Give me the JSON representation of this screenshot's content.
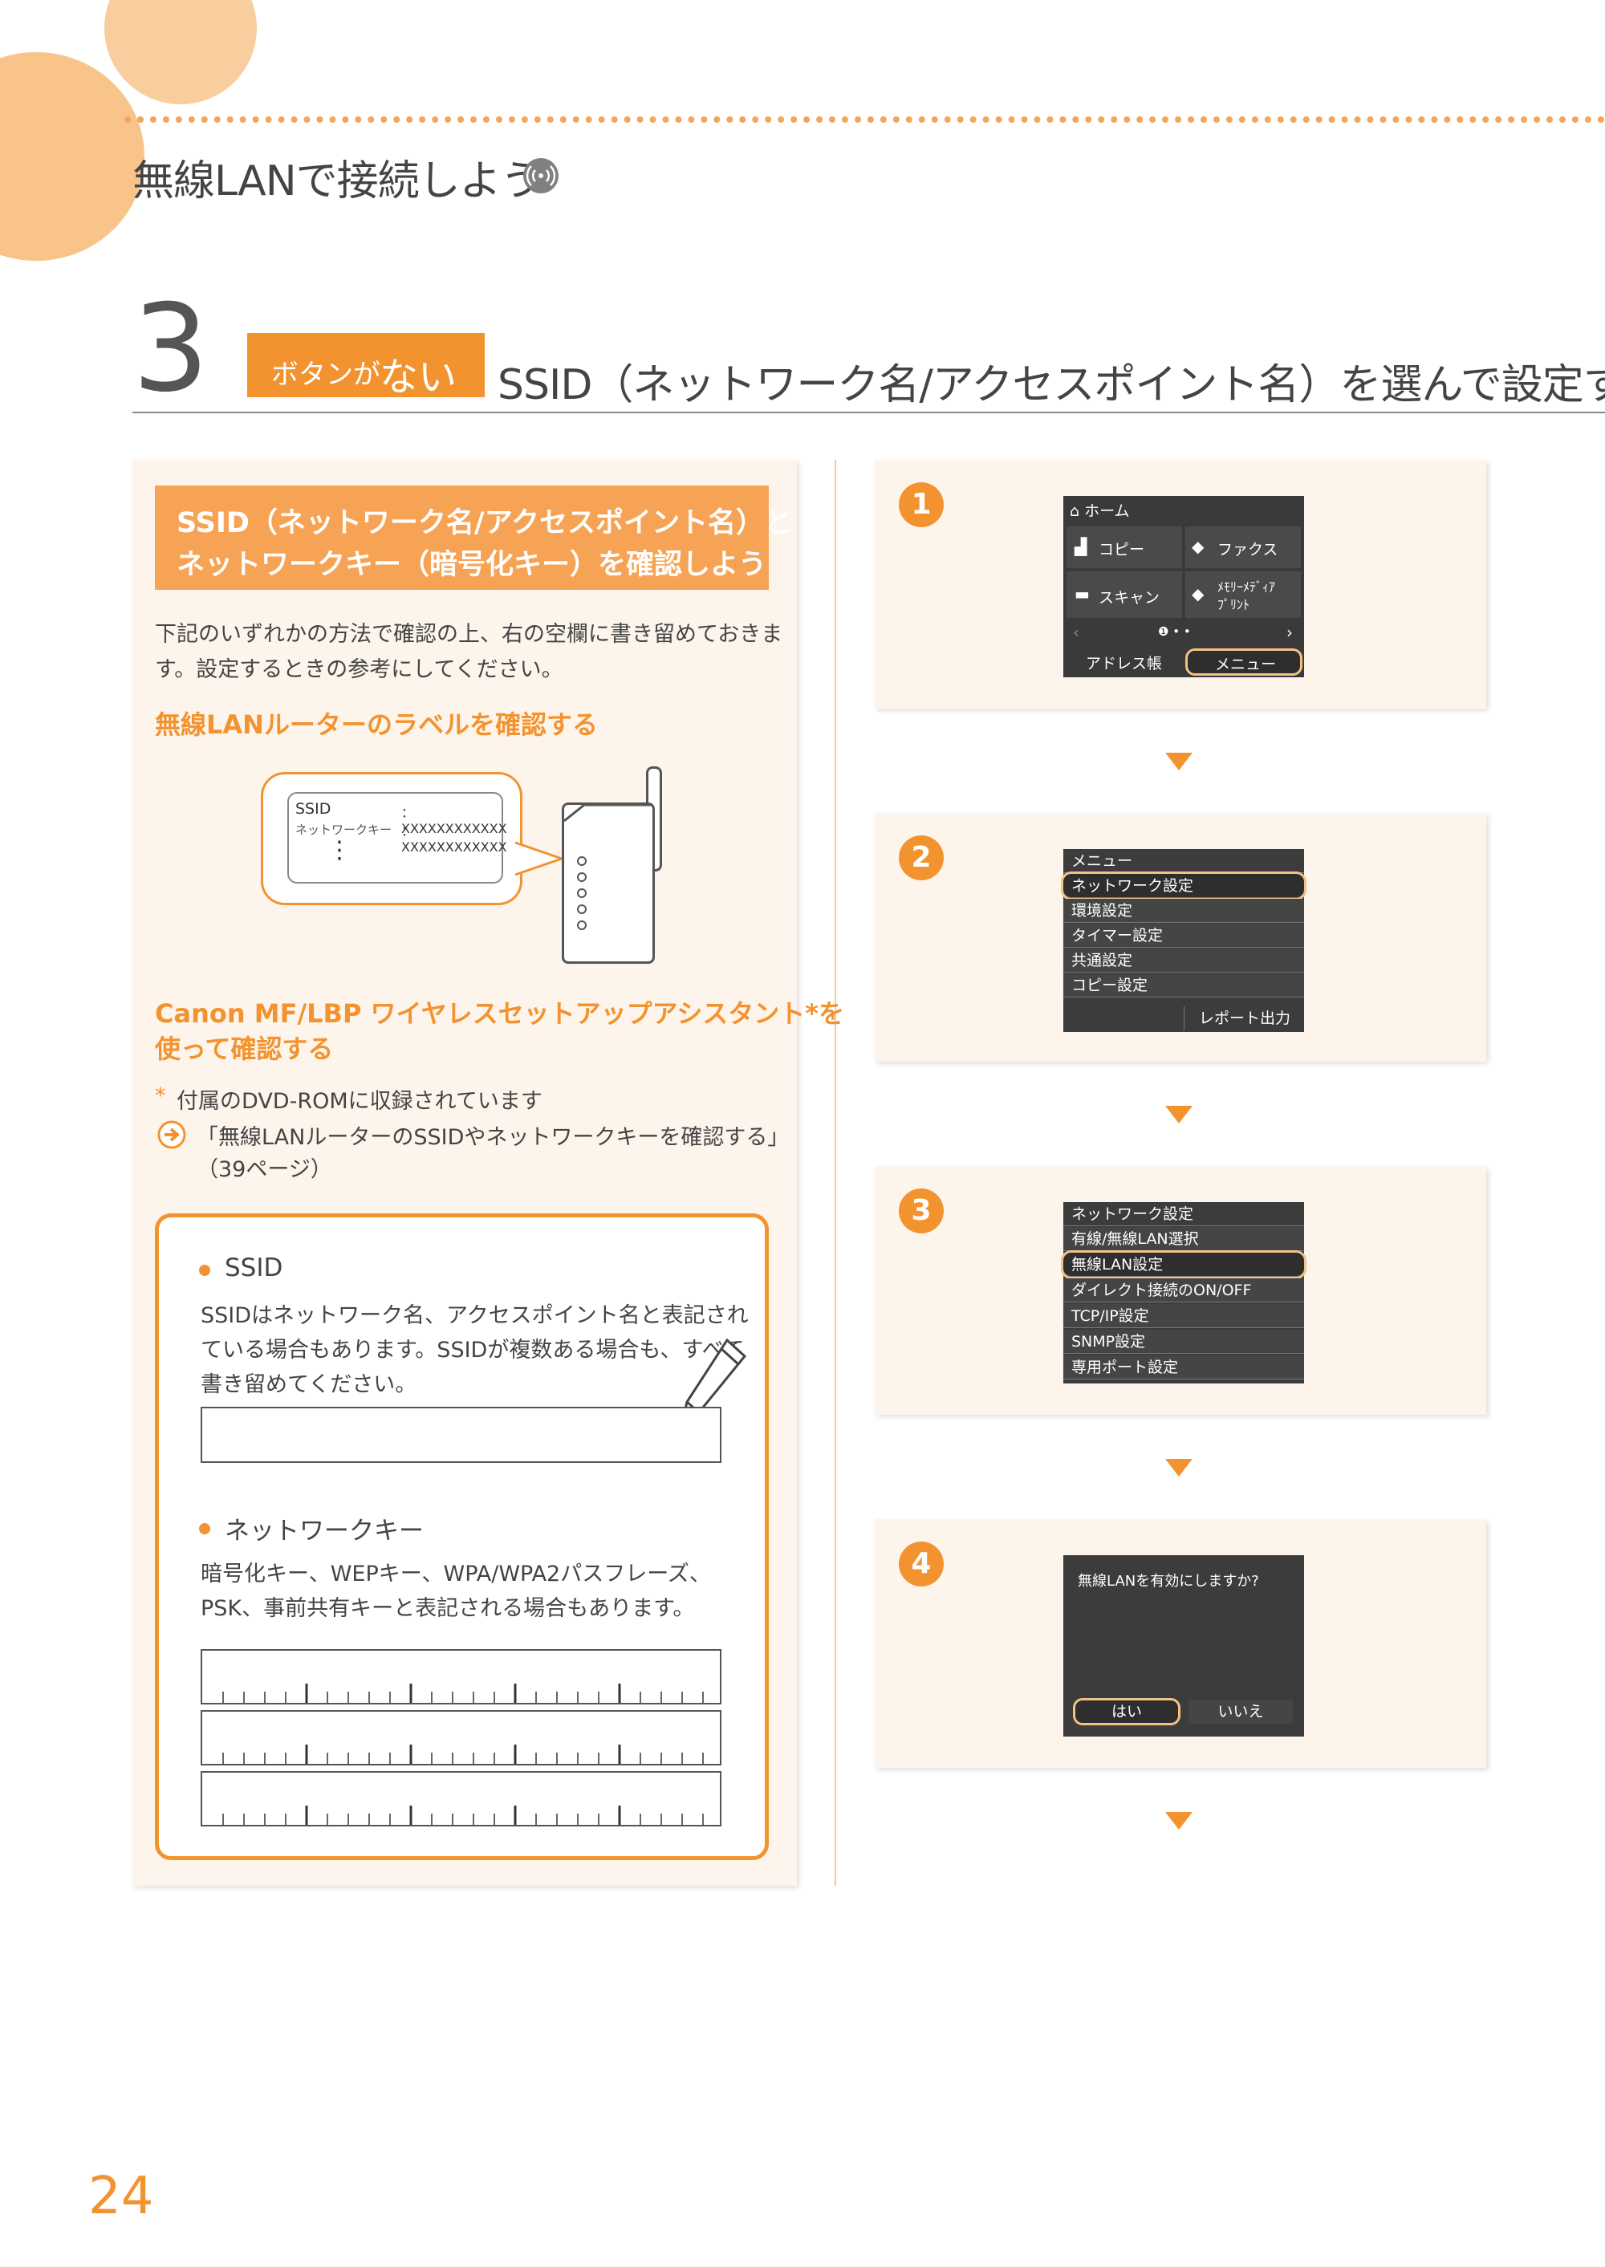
{
  "header": {
    "title": "無線LANで接続しよう"
  },
  "step": {
    "number": "3",
    "badge_small": "ボタンが",
    "badge_big": "ない",
    "title": "SSID（ネットワーク名/アクセスポイント名）を選んで設定する"
  },
  "left": {
    "section_title_line1": "SSID（ネットワーク名/アクセスポイント名）と",
    "section_title_line2": "ネットワークキー（暗号化キー）を確認しよう",
    "intro_line1": "下記のいずれかの方法で確認の上、右の空欄に書き留めておきま",
    "intro_line2": "す。設定するときの参考にしてください。",
    "router_heading": "無線LANルーターのラベルを確認する",
    "label_ssid": "SSID",
    "label_ssid_value": "：XXXXXXXXXXXX",
    "label_key": "ネットワークキー",
    "label_key_value": "：XXXXXXXXXXXX",
    "label_more": "⋮",
    "assistant_heading_line1": "Canon MF/LBP ワイヤレスセットアップアシスタント*を",
    "assistant_heading_line2": "使って確認する",
    "footnote_mark": "*",
    "footnote": "付属のDVD-ROMに収録されています",
    "ref_line1": "「無線LANルーターのSSIDやネットワークキーを確認する」",
    "ref_line2": "（39ページ）",
    "ssid_label": "SSID",
    "ssid_desc_line1": "SSIDはネットワーク名、アクセスポイント名と表記され",
    "ssid_desc_line2": "ている場合もあります。SSIDが複数ある場合も、すべて",
    "ssid_desc_line3": "書き留めてください。",
    "key_label": "ネットワークキー",
    "key_desc_line1": "暗号化キー、WEPキー、WPA/WPA2パスフレーズ、",
    "key_desc_line2": "PSK、事前共有キーと表記される場合もあります。"
  },
  "steps": [
    {
      "num": "1",
      "home_label": "ホーム",
      "tiles": [
        "コピー",
        "ファクス",
        "スキャン",
        "ﾒﾓﾘｰﾒﾃﾞｨｱ",
        "ﾌﾟﾘﾝﾄ"
      ],
      "pager": "❶ • •",
      "address_book": "アドレス帳",
      "menu": "メニュー"
    },
    {
      "num": "2",
      "items": [
        "メニュー",
        "ネットワーク設定",
        "環境設定",
        "タイマー設定",
        "共通設定",
        "コピー設定"
      ],
      "footer": "レポート出力"
    },
    {
      "num": "3",
      "items": [
        "ネットワーク設定",
        "有線/無線LAN選択",
        "無線LAN設定",
        "ダイレクト接続のON/OFF",
        "TCP/IP設定",
        "SNMP設定",
        "専用ポート設定"
      ]
    },
    {
      "num": "4",
      "question": "無線LANを有効にしますか?",
      "yes": "はい",
      "no": "いいえ"
    }
  ],
  "page_number": "24",
  "colors": {
    "accent": "#f39330",
    "panel": "#fdf5ec",
    "screen": "#3c3c3c"
  }
}
